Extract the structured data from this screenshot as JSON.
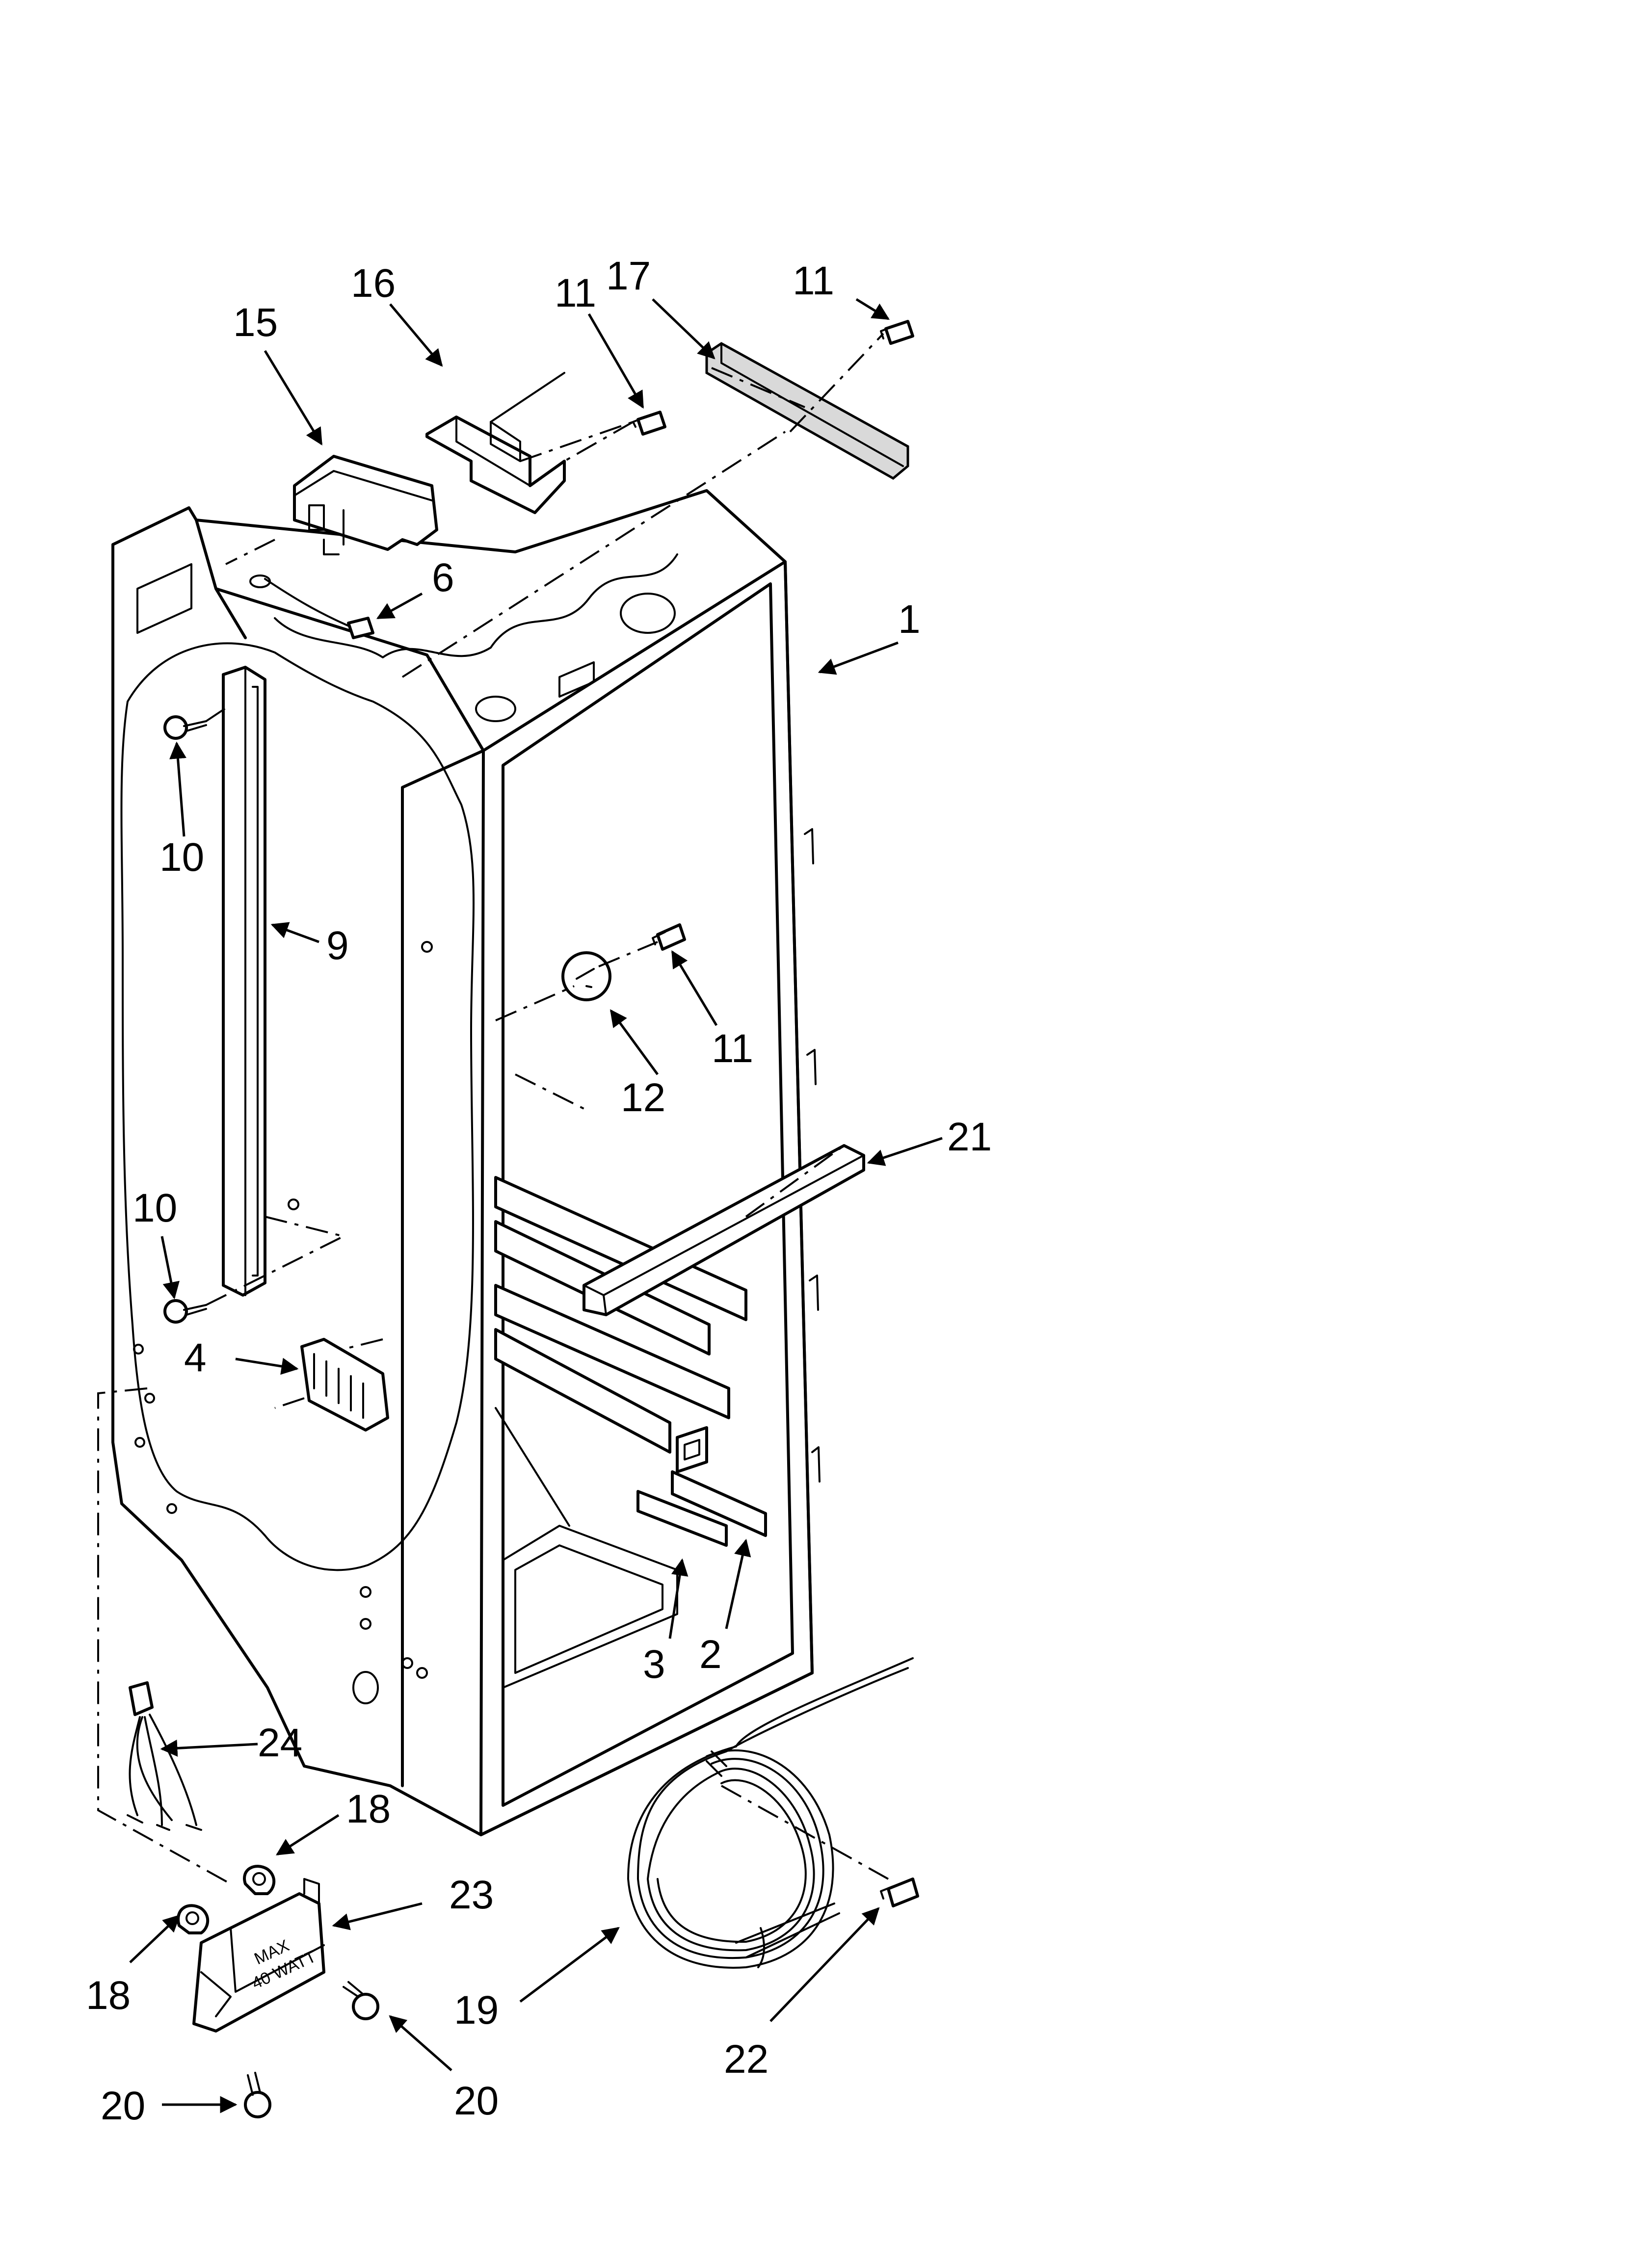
{
  "diagram": {
    "callouts": [
      {
        "id": "c1",
        "text": "1"
      },
      {
        "id": "c2",
        "text": "2"
      },
      {
        "id": "c3",
        "text": "3"
      },
      {
        "id": "c4",
        "text": "4"
      },
      {
        "id": "c6",
        "text": "6"
      },
      {
        "id": "c9",
        "text": "9"
      },
      {
        "id": "c10a",
        "text": "10"
      },
      {
        "id": "c10b",
        "text": "10"
      },
      {
        "id": "c11a",
        "text": "11"
      },
      {
        "id": "c11b",
        "text": "11"
      },
      {
        "id": "c11c",
        "text": "11"
      },
      {
        "id": "c12",
        "text": "12"
      },
      {
        "id": "c15",
        "text": "15"
      },
      {
        "id": "c16",
        "text": "16"
      },
      {
        "id": "c17",
        "text": "17"
      },
      {
        "id": "c18a",
        "text": "18"
      },
      {
        "id": "c18b",
        "text": "18"
      },
      {
        "id": "c19",
        "text": "19"
      },
      {
        "id": "c20a",
        "text": "20"
      },
      {
        "id": "c20b",
        "text": "20"
      },
      {
        "id": "c21",
        "text": "21"
      },
      {
        "id": "c22",
        "text": "22"
      },
      {
        "id": "c23",
        "text": "23"
      },
      {
        "id": "c24",
        "text": "24"
      }
    ],
    "socket_marking": {
      "line1": "MAX",
      "line2": "40 WATT"
    }
  }
}
